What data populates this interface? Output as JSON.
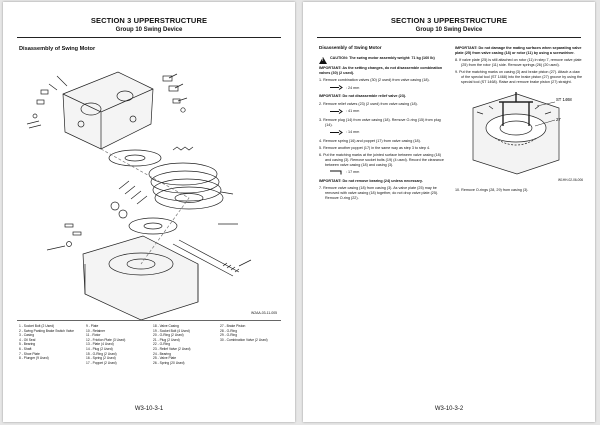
{
  "left_page": {
    "section_title": "SECTION 3 UPPERSTRUCTURE",
    "group_title": "Group 10 Swing Device",
    "page_title": "Disassembly of Swing Motor",
    "figure_id": "W2AA-03-11-005",
    "footer": "W3-10-3-1",
    "legend_columns": [
      [
        "1 - Socket Bolt (2 Used)",
        "2 - Swing Parking Brake Switch Valve",
        "3 - Casing",
        "4 - Oil Seal",
        "5 - Bearing",
        "6 - Shaft",
        "7 - Shoe Plate",
        "8 - Plunger (9 Used)"
      ],
      [
        "9 - Plate",
        "10 - Retainer",
        "11 - Rotor",
        "12 - Friction Plate (3 Used)",
        "13 - Plate (4 Used)",
        "14 - Plug (2 Used)",
        "15 - O-Ring (2 Used)",
        "16 - Spring (2 Used)",
        "17 - Poppet (2 Used)"
      ],
      [
        "18 - Valve Casing",
        "19 - Socket Bolt (4 Used)",
        "20 - O-Ring (2 Used)",
        "21 - Plug (2 Used)",
        "22 - O-Ring",
        "23 - Relief Valve (2 Used)",
        "24 - Bearing",
        "25 - Valve Plate",
        "26 - Spring (20 Used)"
      ],
      [
        "27 - Brake Piston",
        "28 - O-Ring",
        "29 - O-Ring",
        "30 - Combination Valve (2 Used)"
      ]
    ]
  },
  "right_page": {
    "section_title": "SECTION 3 UPPERSTRUCTURE",
    "group_title": "Group 10 Swing Device",
    "footer": "W3-10-3-2",
    "col_left": {
      "heading": "Disassembly of Swing Motor",
      "caution_label": "CAUTION:",
      "caution_text": "The swing motor assembly weight: 71 kg (160 lb)",
      "important1_label": "IMPORTANT:",
      "important1_text": "As the setting changes, do not disassemble combination valves (30) (2 used).",
      "step1": "1. Remove combination valves (30) (2 used) from valve casing (18).",
      "tool1": ": 24 mm",
      "important2_label": "IMPORTANT:",
      "important2_text": "Do not disassemble relief valve (23).",
      "step2": "2. Remove relief valves (23) (2 used) from valve casing (18).",
      "tool2": ": 41 mm",
      "step3": "3. Remove plug (14) from valve casing (18). Remove O-ring (15) from plug (14).",
      "tool3": ": 14 mm",
      "step4": "4. Remove spring (16) and poppet (17) from valve casing (18).",
      "step5": "5. Remove another poppet (17) in the same way as step 3 to step 4.",
      "step6": "6. Put the matching marks at the jointed surface between valve casing (18) and casing (3). Remove socket bolts (19) (4 used). Record the clearance between valve casing (18) and casing (3).",
      "tool4": ": 17 mm",
      "important3_label": "IMPORTANT:",
      "important3_text": "Do not remove bearing (24) unless necessary.",
      "step7": "7. Remove valve casing (18) from casing (3). As valve plate (25) may be removed with valve casing (18) together, do not drop valve plate (25). Remove O-ring (22)."
    },
    "col_right": {
      "important_label": "IMPORTANT:",
      "important_text": "Do not damage the mating surfaces when separating valve plate (25) from valve casing (18) or rotor (11) by using a screwdriver.",
      "step8": "8. If valve plate (25) is still attached on rotor (11) in step 7, remove valve plate (25) from the rotor (11) side. Remove springs (26) (20 used).",
      "step9": "9. Put the matching marks on casing (3) and brake piston (27). Attach a claw of the special tool (ST 1468) into the brake piston (27) groove by using the special tool (ST 1468). Raise and remove brake piston (27) straight.",
      "photo_callout_st": "ST 1468",
      "photo_callout_27": "27",
      "photo_id": "W1HH-02-06-006",
      "step10": "10. Remove O-rings (28, 29) from casing (3)."
    }
  }
}
